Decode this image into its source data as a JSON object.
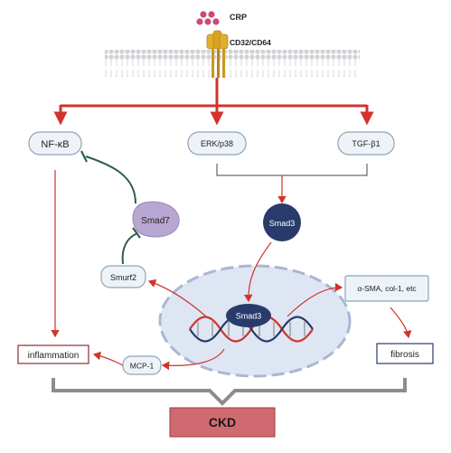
{
  "labels": {
    "crp": "CRP",
    "receptor": "CD32/CD64",
    "nfkb": "NF-κB",
    "erk": "ERK/p38",
    "tgf": "TGF-β1",
    "smad7": "Smad7",
    "smad3_cyto": "Smad3",
    "smurf2": "Smurf2",
    "smad3_nucleus": "Smad3",
    "asma": "α-SMA, col-1, etc",
    "fibrosis": "fibrosis",
    "inflammation": "inflammation",
    "mcp1": "MCP-1",
    "ckd": "CKD"
  },
  "colors": {
    "activation_arrow": "#d0342c",
    "inhibition": "#2f5d4f",
    "box_border": "#8fa3b8",
    "box_fill": "#eef3f8",
    "smad7_fill": "#b9a7d3",
    "smad3_fill": "#283b6b",
    "nucleus_fill": "#dfe6f3",
    "ckd_fill": "#cf6b70",
    "bracket": "#8c8c8c",
    "membrane": "#c9c9c9",
    "crp_dot": "#cc4a7a",
    "receptor": "#d9a420"
  }
}
